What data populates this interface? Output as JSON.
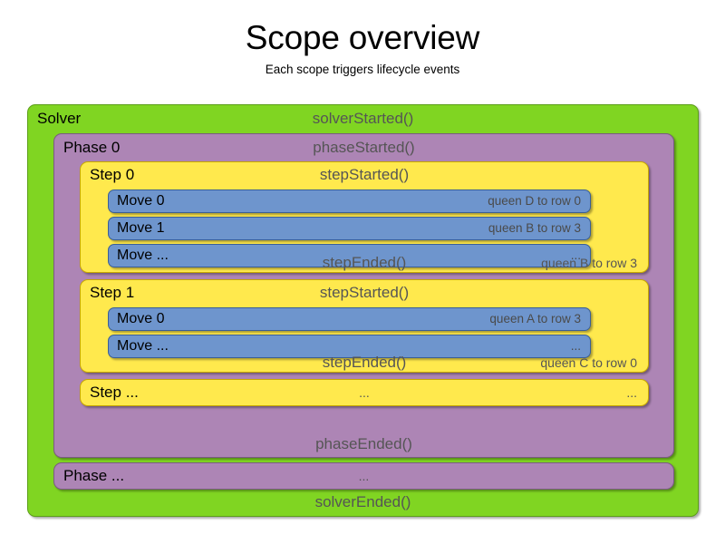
{
  "header": {
    "title": "Scope overview",
    "subtitle": "Each scope triggers lifecycle events"
  },
  "colors": {
    "solver": "#80d522",
    "phase": "#ad85b5",
    "step": "#ffe94d",
    "move": "#6e95cd",
    "event_text": "#555555",
    "label_text": "#000000",
    "background": "#ffffff"
  },
  "solver": {
    "label": "Solver",
    "started_event": "solverStarted()",
    "ended_event": "solverEnded()",
    "phases": [
      {
        "label": "Phase 0",
        "started_event": "phaseStarted()",
        "ended_event": "phaseEnded()",
        "steps": [
          {
            "label": "Step 0",
            "started_event": "stepStarted()",
            "ended_event": "stepEnded()",
            "ended_result": "queen B to row 3",
            "moves": [
              {
                "label": "Move 0",
                "result": "queen D to row 0"
              },
              {
                "label": "Move 1",
                "result": "queen B to row 3"
              },
              {
                "label": "Move ...",
                "result": "..."
              }
            ]
          },
          {
            "label": "Step 1",
            "started_event": "stepStarted()",
            "ended_event": "stepEnded()",
            "ended_result": "queen C to row 0",
            "moves": [
              {
                "label": "Move 0",
                "result": "queen A to row 3"
              },
              {
                "label": "Move ...",
                "result": "..."
              }
            ]
          },
          {
            "label": "Step ...",
            "started_event": "...",
            "ended_result": "..."
          }
        ]
      },
      {
        "label": "Phase ...",
        "started_event": "..."
      }
    ]
  }
}
